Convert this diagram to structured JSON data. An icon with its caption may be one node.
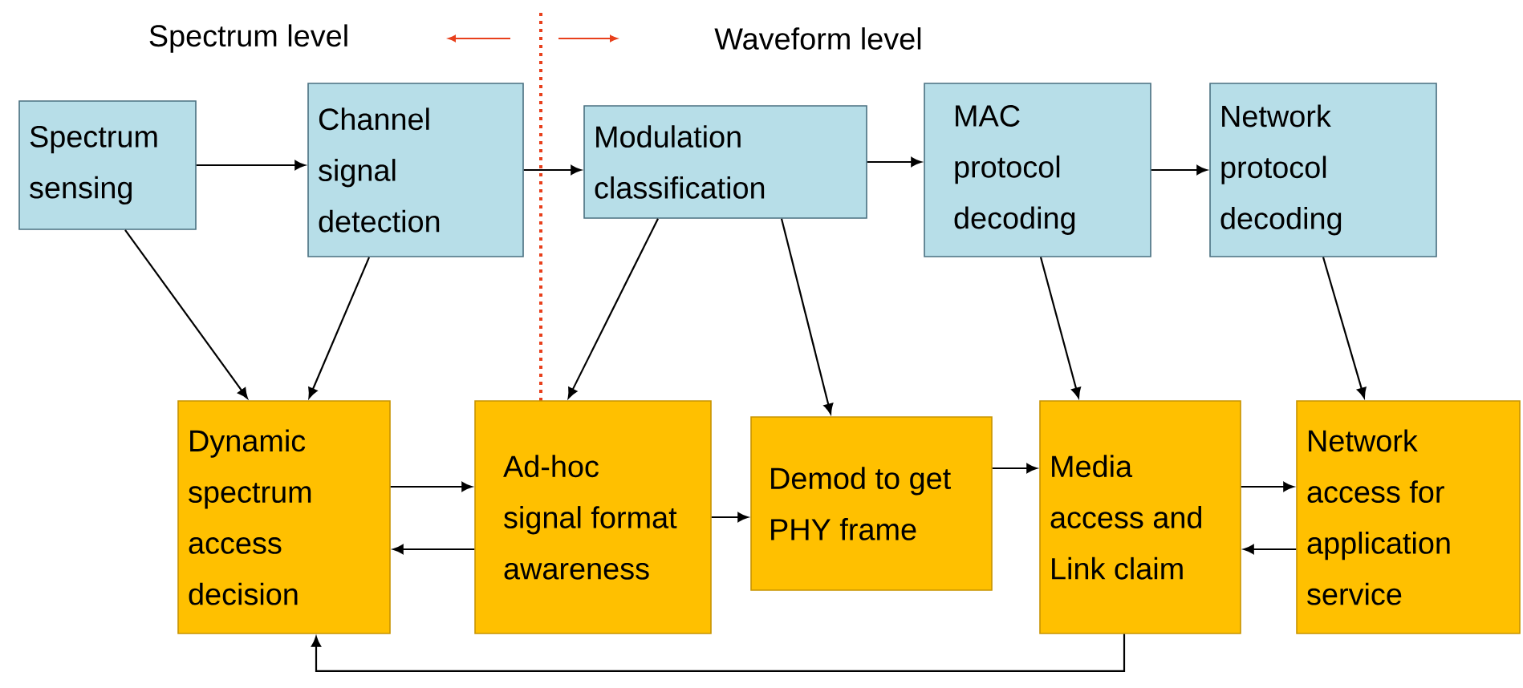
{
  "diagram": {
    "nodes": [
      {
        "text": [
          "Spectrum sensing"
        ]
      },
      {
        "text": [
          "Channel signal detection"
        ]
      },
      {
        "text": [
          "Modulation classification"
        ]
      },
      {
        "text": [
          "MAC protocol decoding"
        ]
      },
      {
        "text": [
          "Network protocol decoding"
        ]
      },
      {
        "text": [
          "Dynamic spectrum access decision"
        ]
      },
      {
        "text": [
          "Ad-hoc signal format awareness"
        ]
      },
      {
        "text": [
          "Demod to get PHY frame"
        ]
      },
      {
        "text": [
          "Media access and Link claim"
        ]
      },
      {
        "text": [
          "Network access for application service"
        ]
      }
    ],
    "edges": [
      {
        "from": 0,
        "to": 1,
        "arrow": "to"
      },
      {
        "from": 1,
        "to": 2,
        "arrow": "to"
      },
      {
        "from": 2,
        "to": 3,
        "arrow": "to"
      },
      {
        "from": 3,
        "to": 4,
        "arrow": "to"
      },
      {
        "from": 0,
        "to": 5,
        "arrow": "to"
      },
      {
        "from": 1,
        "to": 5,
        "arrow": "to"
      },
      {
        "from": 2,
        "to": 6,
        "arrow": "to"
      },
      {
        "from": 2,
        "to": 7,
        "arrow": "to"
      },
      {
        "from": 3,
        "to": 8,
        "arrow": "to"
      },
      {
        "from": 4,
        "to": 9,
        "arrow": "to"
      },
      {
        "from": 5,
        "to": 6,
        "arrow": "to"
      },
      {
        "from": 6,
        "to": 5,
        "arrow": "to"
      },
      {
        "from": 6,
        "to": 7,
        "arrow": "to"
      },
      {
        "from": 7,
        "to": 8,
        "arrow": "to"
      },
      {
        "from": 8,
        "to": 9,
        "arrow": "to"
      },
      {
        "from": 9,
        "to": 8,
        "arrow": "to"
      },
      {
        "from": 8,
        "to": 5,
        "arrow": "to"
      }
    ],
    "labels": [
      "Spectrum level",
      "Waveform level"
    ]
  }
}
